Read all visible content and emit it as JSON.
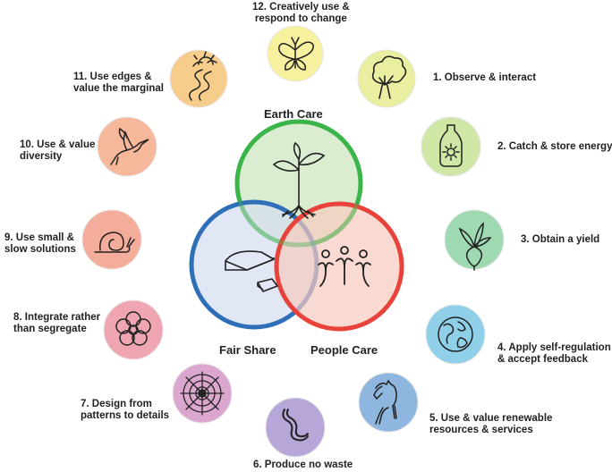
{
  "ethics": {
    "earth_care": "Earth Care",
    "fair_share": "Fair Share",
    "people_care": "People Care"
  },
  "principles": [
    {
      "line1": "1. Observe & interact",
      "line2": "",
      "color": "#e9eea0",
      "icon": "tree-icon"
    },
    {
      "line1": "2. Catch & store energy",
      "line2": "",
      "color": "#cfe6a4",
      "icon": "jar-icon"
    },
    {
      "line1": "3. Obtain a yield",
      "line2": "",
      "color": "#9ed9b2",
      "icon": "beet-icon"
    },
    {
      "line1": "4.  Apply self-regulation",
      "line2": "& accept feedback",
      "color": "#8fd0e8",
      "icon": "globe-icon"
    },
    {
      "line1": "5. Use & value renewable",
      "line2": "resources & services",
      "color": "#8fb6de",
      "icon": "horse-icon"
    },
    {
      "line1": "6. Produce no waste",
      "line2": "",
      "color": "#b7a6d8",
      "icon": "worm-icon"
    },
    {
      "line1": "7. Design from",
      "line2": "patterns to details",
      "color": "#dba7cf",
      "icon": "spiderweb-icon"
    },
    {
      "line1": "8. Integrate rather",
      "line2": "than segregate",
      "color": "#efa6b2",
      "icon": "flower-icon"
    },
    {
      "line1": "9. Use small &",
      "line2": "slow solutions",
      "color": "#f4ad9a",
      "icon": "snail-icon"
    },
    {
      "line1": "10. Use & value",
      "line2": "diversity",
      "color": "#f6b79b",
      "icon": "hummingbird-icon"
    },
    {
      "line1": "11. Use edges &",
      "line2": "value the marginal",
      "color": "#f7cd8c",
      "icon": "river-icon"
    },
    {
      "line1": "12. Creatively use &",
      "line2": "respond to change",
      "color": "#f7f09e",
      "icon": "butterfly-icon"
    }
  ]
}
